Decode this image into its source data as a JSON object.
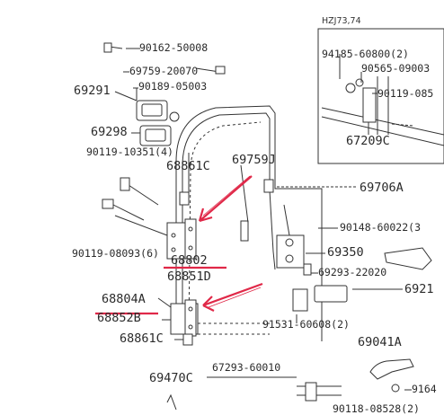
{
  "diagram": {
    "inset_title": "HZJ73,74",
    "parts": {
      "p90162": "90162-50008",
      "p69759a": "69759-20070",
      "p69291": "69291",
      "p90189": "90189-05003",
      "p69298": "69298",
      "p90119a": "90119-10351(4)",
      "p68861a": "68861C",
      "p69759j": "69759J",
      "p90119b": "90119-08093(6)",
      "p68802": "68802",
      "p68851": "68851D",
      "p68804": "68804A",
      "p68852": "68852B",
      "p68861b": "68861C",
      "p69470": "69470C",
      "p67293": "67293-60010",
      "p94185": "94185-60800(2)",
      "p90565": "90565-09003",
      "p90119c": "90119-085",
      "p67209": "67209C",
      "p69706": "69706A",
      "p90148": "90148-60022(3",
      "p69350": "69350",
      "p69293": "69293-22020",
      "p6921": "6921",
      "p91531": "91531-60608(2)",
      "p69041": "69041A",
      "p9164": "9164",
      "p90118": "90118-08528(2)"
    },
    "colors": {
      "arrow": "#e02848",
      "line": "#333333"
    }
  }
}
